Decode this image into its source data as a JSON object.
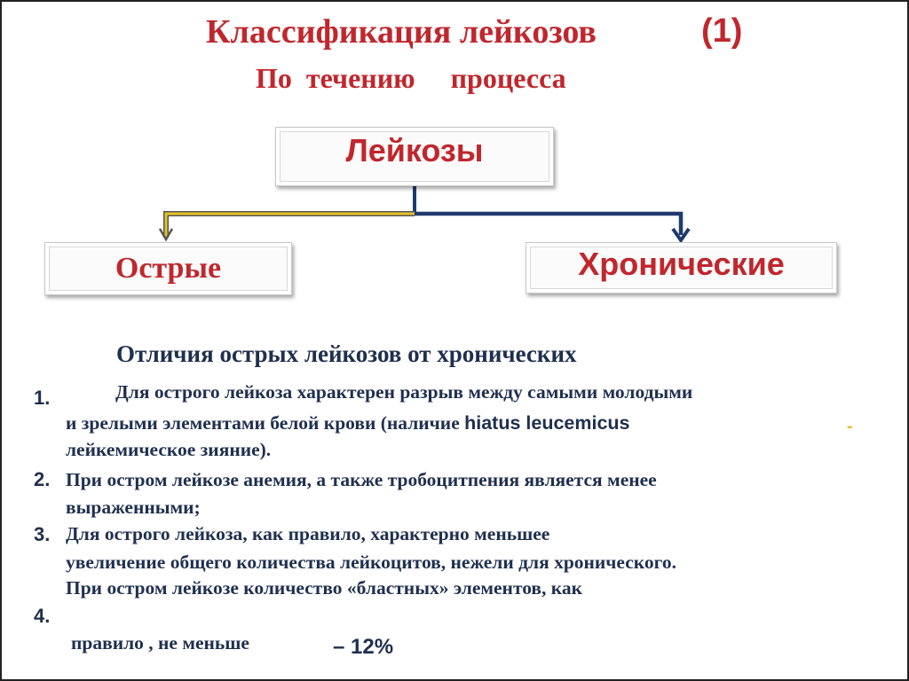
{
  "title": "Классификация лейкозов",
  "title_number": "(1)",
  "subtitle": "По  течению     процесса",
  "diagram": {
    "root": "Лейкозы",
    "left": "Острые",
    "right": "Хронические",
    "colors": {
      "box_text": "#c0272d",
      "left_connector": "#e6c229",
      "right_connector": "#1f3a6e"
    }
  },
  "heading": "Отличия острых лейкозов от хронических",
  "items": [
    {
      "number": "1.",
      "line1": "Для острого лейкоза характерен разрыв между самыми молодыми",
      "line2_prefix": "и зрелыми элементами белой крови (наличие ",
      "line2_latin": "hiatus leucemicus",
      "line3": "лейкемическое зияние)."
    },
    {
      "number": "2.",
      "line1": "При остром лейкозе анемия, а также тробоцитпения  является менее",
      "line2": "выраженными;"
    },
    {
      "number": "3.",
      "line1": "Для острого лейкоза, как правило, характерно меньшее",
      "line2": "увеличение общего количества лейкоцитов, нежели для хронического.",
      "line3": "При остром лейкозе количество «бластных» элементов, как"
    },
    {
      "number": "4.",
      "line1": "правило , не меньше"
    }
  ],
  "side_mark": "-",
  "percent": "– 12%"
}
